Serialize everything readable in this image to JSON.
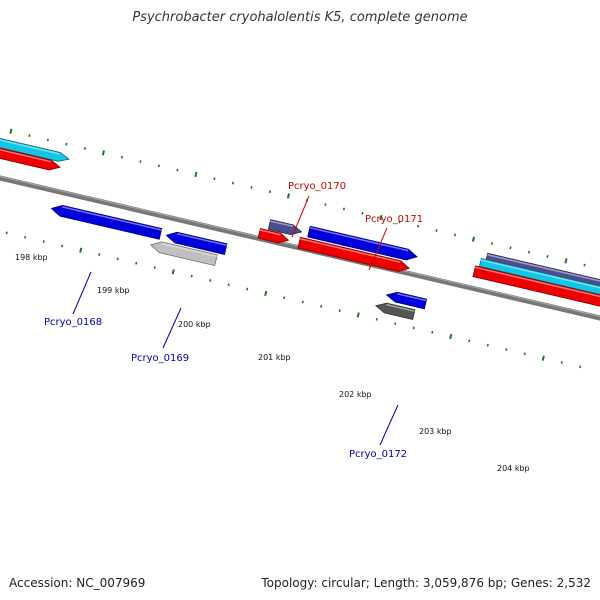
{
  "title": "Psychrobacter cryohalolentis K5, complete genome",
  "footer": {
    "accession": "Accession: NC_007969",
    "summary": "Topology: circular; Length: 3,059,876 bp; Genes: 2,532"
  },
  "colors": {
    "backbone": "#777777",
    "tick": "#1a7a1a",
    "forward_label": "#cc0000",
    "reverse_label": "#0000aa",
    "cds_blue": "#0000dd",
    "cds_red": "#ee0000",
    "cds_cyan": "#11c6e6",
    "cds_purple": "#4c4c90",
    "cds_gray": "#c0c0c0",
    "cds_darkgray": "#555555"
  },
  "ticks": [
    "198 kbp",
    "199 kbp",
    "200 kbp",
    "201 kbp",
    "202 kbp",
    "203 kbp",
    "204 kbp"
  ],
  "genes": [
    {
      "name": "Pcryo_0168",
      "strand": "reverse"
    },
    {
      "name": "Pcryo_0169",
      "strand": "reverse"
    },
    {
      "name": "Pcryo_0170",
      "strand": "forward"
    },
    {
      "name": "Pcryo_0171",
      "strand": "forward"
    },
    {
      "name": "Pcryo_0172",
      "strand": "reverse"
    }
  ]
}
